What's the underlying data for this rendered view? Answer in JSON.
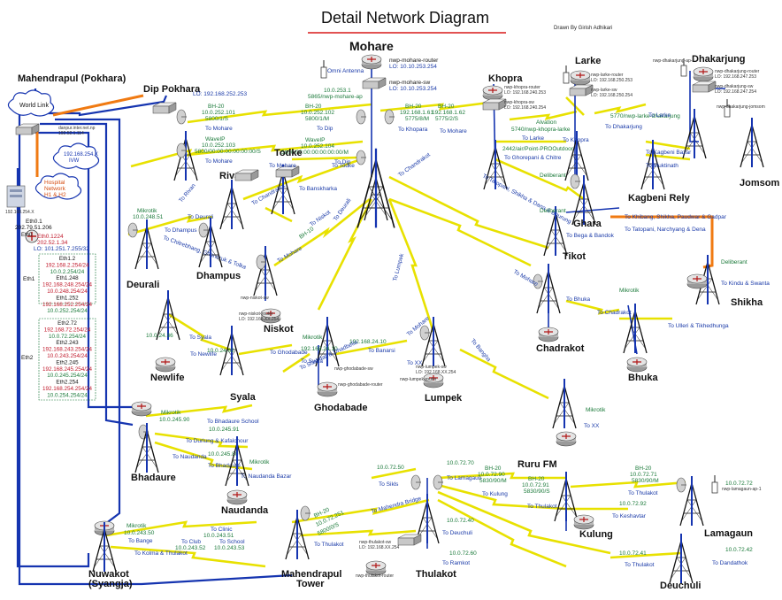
{
  "title": "Detail Network Diagram",
  "author": "Drawn By Girish Adhikari",
  "colors": {
    "backbone": "#1534b0",
    "wireless": "#e8e100",
    "uplink": "#f07a12",
    "title_rule": "#d81818"
  },
  "mahendrapul": {
    "name": "Mahendrapul (Pokhara)",
    "world_link": "World Link",
    "router_label": "danpur.inter.net.np",
    "router_ip": "192.52.1.114",
    "cloud_ivw": "192.168.254.X\nIVW",
    "hospital": "Hospital\nNetwork\nH1 & H2",
    "server_ip": "192.168.254.X",
    "eth0": "Eth0.1",
    "eth0_ip": "202.79.51.206",
    "eth0_ip2": "Eth0.1224",
    "eth0_ip3": "202.52.1.34",
    "lo": "LO: 101.251.7.255/32",
    "eth1": "Eth1",
    "eth2": "Eth2",
    "eth1_lines": [
      "Eth1.2",
      "192.168.2.254/24",
      "10.0.2.254/24",
      "Eth1.248",
      "192.168.248.254/24",
      "10.0.248.254/24",
      "Eth1.252",
      "192.168.252.254/24",
      "10.0.252.254/24"
    ],
    "eth2_lines": [
      "Eth2.72",
      "192.168.72.254/24",
      "10.0.72.254/24",
      "Eth2.243",
      "192.168.243.254/24",
      "10.0.243.254/24",
      "Eth2.245",
      "192.168.245.254/24",
      "10.0.245.254/24",
      "Eth2.254",
      "192.168.254.254/24",
      "10.0.254.254/24"
    ]
  },
  "sites": {
    "mohare": {
      "name": "Mohare",
      "router": "nwp-mohare-router",
      "router_lo": "LO: 10.10.253.254",
      "sw": "nwp-mohare-sw",
      "sw_lo": "LO: 10.10.253.254",
      "omni": "Omni Antenna",
      "omni_ip": "10.0.253.1",
      "omni_ap": "5865/nwp-mohare-ap"
    },
    "dip_pokhara": {
      "name": "Dip Pokhara",
      "lo": "LO: 192.168.252.253",
      "bh": "BH-20",
      "bh_ip": "10.0.252.101",
      "bh_freq": "5800/1/S",
      "to": "To Mohare",
      "wavelp": "WaveIP",
      "wave_ip": "10.0.252.103",
      "wave_freq": "5800/00:00:00:00:00:00/S"
    },
    "mohare_links": {
      "bh20a": "BH-20",
      "ip_a": "10.0.252.102",
      "freq_a": "5800/1/M",
      "to_dip_a": "To Dip",
      "wavelp": "WaveIP",
      "wave_ip": "10.0.252.104",
      "wave_freq": "5800/00:00:00:00:00:00/M",
      "to_dip_b": "To Dip",
      "bh20b": "BH-20",
      "ip_b": "192.168.1.61",
      "freq_b": "5775/8/M",
      "to_khopara": "To Khopara"
    },
    "khopra": {
      "name": "Khopra",
      "router": "nwp-khopra-router",
      "router_lo": "LO: 192.168.240.253",
      "sw": "nwp-khopra-sw",
      "sw_lo": "LO: 192.168.240.254",
      "bh": "BH-20",
      "bh_ip": "192.168.1.62",
      "bh_freq": "5775/2/S",
      "to_mohare": "To Mohare",
      "alvation": "Alvation",
      "alv": "5740/nwp-khopra-larke",
      "to_larke": "To Larke",
      "pro": "2442/air/Point-PROOutdoor",
      "to_ghorepani": "To Ghorepani & Chitre"
    },
    "larke": {
      "name": "Larke",
      "router": "nwp-larke-router",
      "router_lo": "LO: 192.168.250.253",
      "sw": "nwp-larke-sw",
      "sw_lo": "LO: 192.168.250.254",
      "alv": "5770/nwp-larke-dhakarjung",
      "to_khopra": "To Khopra",
      "to_dhakarjung": "To Dhakarjung",
      "to_larke": "To Larke"
    },
    "dhakarjung": {
      "name": "Dhakarjung",
      "router": "nwp-dhakarjung-router",
      "router_lo": "LO: 192.168.247.253",
      "sw": "nwp-dhakarjung-sw",
      "sw_lo": "LO: 192.168.247.254",
      "ap": "nwp-dhakarjung-ap-1"
    },
    "jomsom": {
      "name": "Jomsom",
      "ap": "nwp-dhakarjung-jomsom"
    },
    "kagbeni": {
      "name": "Kagbeni Rely",
      "to_kagbeni": "To Kagbeni Bazar",
      "to_muktinath": "To Muktinath"
    },
    "ghara": {
      "name": "Ghara",
      "link": "To Tatopani, Shikha & Dana & Bhurung",
      "dlink": "Deliberant"
    },
    "tikot": {
      "name": "Tikot",
      "to": "To Bega & Bandok",
      "lbl": "Deliberant"
    },
    "orange": {
      "to_khibang": "To Khibang, Shikha, Paudwar & Gadpar",
      "to_tatopani": "To Tatopani, Narchyang & Dena"
    },
    "shikha": {
      "name": "Shikha",
      "dlink": "Deliberant",
      "to": "To Kindu & Swanta"
    },
    "todke": {
      "name": "Todke",
      "to_mohare": "To Mohare",
      "to_banskharka": "To Banskharka",
      "to_todke": "To Todke",
      "to_deurali": "To Deurali",
      "to_chandrakot": "To Chandrakot"
    },
    "rivan": {
      "name": "Rivan",
      "to": "To Chandrakot",
      "dip": "To Dhampus"
    },
    "deurali": {
      "name": "Deurali",
      "mikrotik": "Mikrotik",
      "ip": "10.0.248.51",
      "to_dhampus": "To Dhampus",
      "to_chitrebhang": "To Chitrebhang, Ghandruk & Tolka",
      "to_deurali": "To Deurali",
      "to_rivan": "To Rivan"
    },
    "dhampus": {
      "name": "Dhampus"
    },
    "niskot": {
      "name": "Niskot",
      "router": "nwp-niskot-router",
      "router_lo": "LO: 192.168.XX.254",
      "sw": "nwp-niskot-sw",
      "to_mohare": "To Mohare",
      "to_niskot": "To Niskot",
      "bh": "BH-10"
    },
    "newlife": {
      "name": "Newlife",
      "ip": "10.0.24.36",
      "to_syala": "To Syala"
    },
    "syala": {
      "name": "Syala",
      "ip": "10.0.24.62",
      "to_newlife": "To Newlife",
      "to_ghodabade": "To Ghodabade"
    },
    "ghodabade": {
      "name": "Ghodabade",
      "mikrotik": "Mikrotik",
      "ip": "10.0.24.10",
      "ip2": "192.168.24.10",
      "to_syala": "To Syala",
      "to_banarsi": "To Banarsi",
      "to_dhadbelia": "To Shabdali & Dhadbelia",
      "router": "nwp-ghodabade-router",
      "sw": "nwp-ghodabade-sw"
    },
    "lumpek": {
      "name": "Lumpek",
      "router": "nwp-lumpek-router",
      "sw": "nwp-lumpek-sw",
      "lo": "LO: 192.168.XX.254",
      "to_xx": "To XX",
      "to_mohare": "To Mohare",
      "to_bangha": "To Bangha",
      "to_lumpek": "To Lumpek"
    },
    "chadrakot": {
      "name": "Chadrakot",
      "to_mohare": "To Mohare",
      "to_bhuka": "To Bhuka",
      "to_chadrakot": "To Chadrakot",
      "to_ulleri": "To Ulleri & Tikhedhunga",
      "mikrotik": "Mikrotik"
    },
    "bhuka": {
      "name": "Bhuka"
    },
    "xx_site": {
      "to_xx": "To XX",
      "mikrotik": "Mikrotik"
    },
    "bhadaure": {
      "name": "Bhadaure",
      "mikrotik": "Mikrotik",
      "ip": "10.0.245.90",
      "to_school": "To Bhadaure School",
      "ip2": "10.0.245.91",
      "to_durlung": "To Durlung & Kafalchour",
      "to_naudanda": "To Naudanda",
      "ip3": "10.0.245.80",
      "to_bhadaure": "To Bhadaure",
      "to_nbazar": "To Naudanda Bazar"
    },
    "naudanda": {
      "name": "Naudanda",
      "mikrotik": "Mikrotik"
    },
    "nuwakot": {
      "name": "Nuwakot\n(Syangja)",
      "mikrotik": "Mikrotik",
      "ip": "10.0.243.50",
      "to_bange": "To Bange",
      "to_kolma": "To Kolma & Thulakot",
      "to_club": "To Club",
      "to_clinic": "To Clinic",
      "to_school": "To School",
      "ip_club": "10.0.243.52",
      "ip_clinic": "10.0.243.51",
      "ip_school": "10.0.243.53"
    },
    "mtower": {
      "name": "Mahendrapul\nTower",
      "bh": "BH-20",
      "ip": "10.0.72.251",
      "freq": "5800/0/S",
      "to_thulakot": "To Thulakot",
      "to_mbridge": "To Mahendra Bridge"
    },
    "ruru": {
      "name": "Ruru FM",
      "ip50": "10.0.72.50",
      "to_sikls": "To Sikls",
      "ip70": "10.0.72.70",
      "to_lamagaun": "To Lamagaun",
      "bh": "BH-20",
      "ip90": "10.0.72.90",
      "f90": "5830/90/M",
      "ip91": "10.0.72.91",
      "f91": "5830/90/S",
      "to_kulung": "To Kulung",
      "to_thulakot": "To Thulakot",
      "ip40": "10.0.72.40",
      "to_deuchuli": "To Deuchuli",
      "ip60": "10.0.72.60",
      "to_ramkot": "To Ramkot",
      "ip92": "10.0.72.92",
      "to_keshavtar": "To Keshavtar"
    },
    "thulakot": {
      "name": "Thulakot",
      "router": "nwp-thulakot-router",
      "sw": "nwp-thulakot-sw",
      "lo": "LO: 192.168.XX.254"
    },
    "kulung": {
      "name": "Kulung"
    },
    "lamagaun": {
      "name": "Lamagaun",
      "bh": "BH-20",
      "ip": "10.0.72.71",
      "freq": "5830/90/M",
      "to_thulakot": "To Thulakot",
      "ip72": "10.0.72.72",
      "ap": "nwp-lamagaun-ap-1"
    },
    "deuchuli": {
      "name": "Deuchuli",
      "ip41": "10.0.72.41",
      "to_thulakot": "To Thulakot",
      "ip42": "10.0.72.42",
      "to_dandathok": "To Dandathok"
    }
  }
}
